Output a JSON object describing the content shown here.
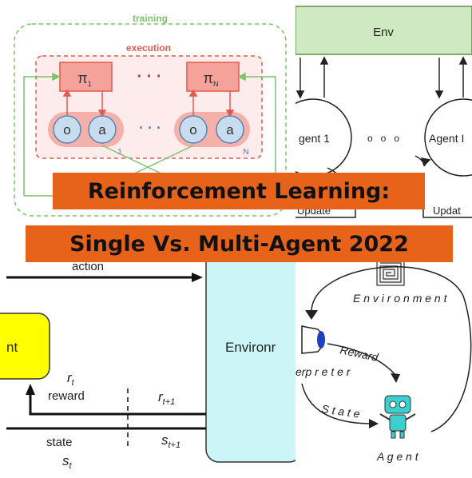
{
  "banner": {
    "line1": "Reinforcement Learning:",
    "line2": "Single Vs. Multi-Agent 2022"
  },
  "top_left": {
    "training_label": "training",
    "execution_label": "execution",
    "policy_1": "π",
    "policy_1_sub": "1",
    "policy_n": "π",
    "policy_n_sub": "N",
    "ellipsis_top": "· · ·",
    "ellipsis_mid": "· · ·",
    "obs_1": "o",
    "act_1": "a",
    "obs_n": "o",
    "act_n": "a",
    "index_1": "1",
    "index_n": "N"
  },
  "top_right": {
    "env_label": "Env",
    "agent_1_label": "gent 1",
    "agent_n_label": "Agent I",
    "dots": "o   o   o",
    "update_left": "Update",
    "update_right": "Updat"
  },
  "bottom_left": {
    "action_label": "action",
    "agent_label": "nt",
    "environment_label": "Environr",
    "r_t": "r",
    "r_t_sub": "t",
    "reward_label": "reward",
    "r_t1": "r",
    "r_t1_sub": "t+1",
    "state_label": "state",
    "s_t": "s",
    "s_t_sub": "t",
    "s_t1": "s",
    "s_t1_sub": "t+1"
  },
  "bottom_right": {
    "environment_label": "E n v i r o n m e n t",
    "reward_label": "Reward",
    "interpreter_label": "erp r e t e r",
    "state_label": "S t a t e",
    "agent_label": "A g e n t"
  },
  "colors": {
    "banner_bg": "#e8631a",
    "green_frame": "#7cc36a",
    "red_frame": "#e05a4e",
    "env_green": "#cfe9c3",
    "policy_fill": "#f4a29a",
    "circle_fill": "#c8dcf0",
    "agent_yellow": "#ffff00",
    "env_cyan": "#ccf5f8",
    "robot_teal": "#3ccfcf"
  }
}
